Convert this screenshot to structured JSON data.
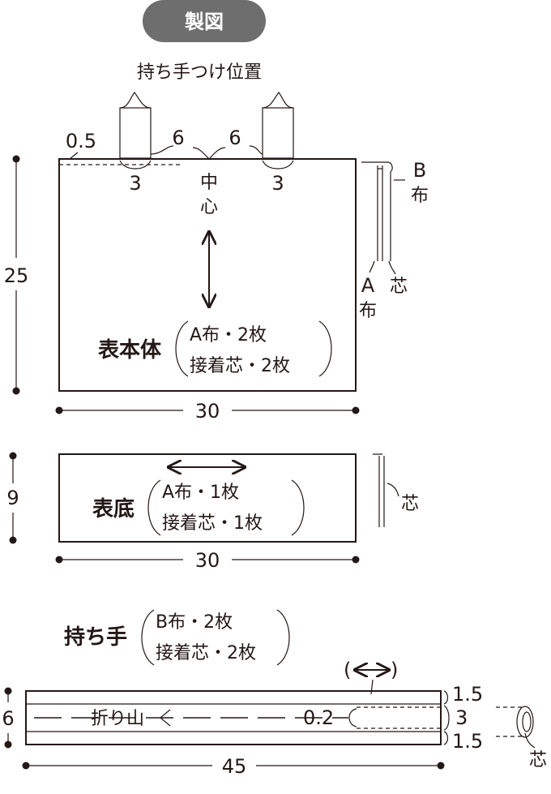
{
  "badge": "製図",
  "handle_position_label": "持ち手つけ位置",
  "dims": {
    "seam_05": "0.5",
    "handle_w_left": "3",
    "handle_w_right": "3",
    "gap_left": "6",
    "gap_right": "6",
    "center_label": "中心",
    "body_height": "25",
    "body_width": "30",
    "bottom_height": "9",
    "bottom_width": "30",
    "handle_height": "6",
    "handle_width": "45",
    "handle_fold_offset": "0.2",
    "handle_top": "1.5",
    "handle_mid": "3",
    "handle_bottom": "1.5"
  },
  "body_piece": {
    "name": "表本体",
    "line1": "A布・2枚",
    "line2": "接着芯・2枚"
  },
  "body_layers": {
    "b_label": "B",
    "b_label2": "布",
    "a_label": "A",
    "a_label2": "布",
    "interfacing": "芯"
  },
  "bottom_piece": {
    "name": "表底",
    "line1": "A布・1枚",
    "line2": "接着芯・1枚",
    "interfacing": "芯"
  },
  "handle_piece": {
    "name": "持ち手",
    "line1": "B布・2枚",
    "line2": "接着芯・2枚",
    "fold_label": "折り山",
    "grain_paren_open": "(",
    "grain_paren_close": ")",
    "interfacing": "芯"
  }
}
